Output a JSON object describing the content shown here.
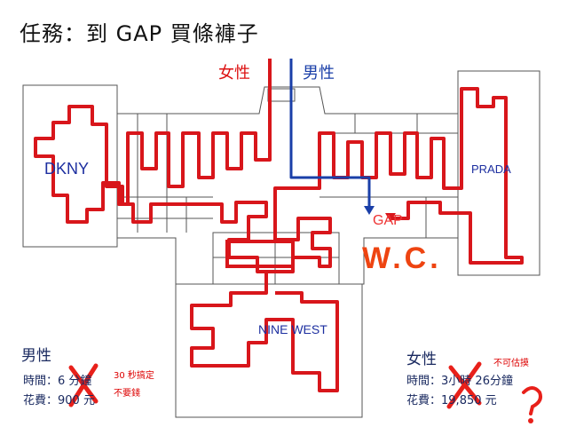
{
  "title": "任務：到 GAP 買條褲子",
  "legend": {
    "female": "女性",
    "male": "男性"
  },
  "stores": {
    "dkny": "DKNY",
    "prada": "PRADA",
    "gap": "GAP",
    "nine_west": "NINE WEST"
  },
  "restroom": "W.C.",
  "male_stats": {
    "heading": "男性",
    "time_label": "時間：",
    "time_value": "6 分鐘",
    "cost_label": "花費：",
    "cost_value": "900 元",
    "note_time": "30 秒搞定",
    "note_cost": "不要錢"
  },
  "female_stats": {
    "heading": "女性",
    "time_label": "時間：",
    "time_value": "3小時 26分鐘",
    "cost_label": "花費：",
    "cost_value": "19,850 元",
    "note_time": "不可估摸"
  },
  "colors": {
    "female_path": "#d8161b",
    "male_path": "#1a3fa8",
    "floorplan": "#666666",
    "mark": "#e8201a"
  }
}
